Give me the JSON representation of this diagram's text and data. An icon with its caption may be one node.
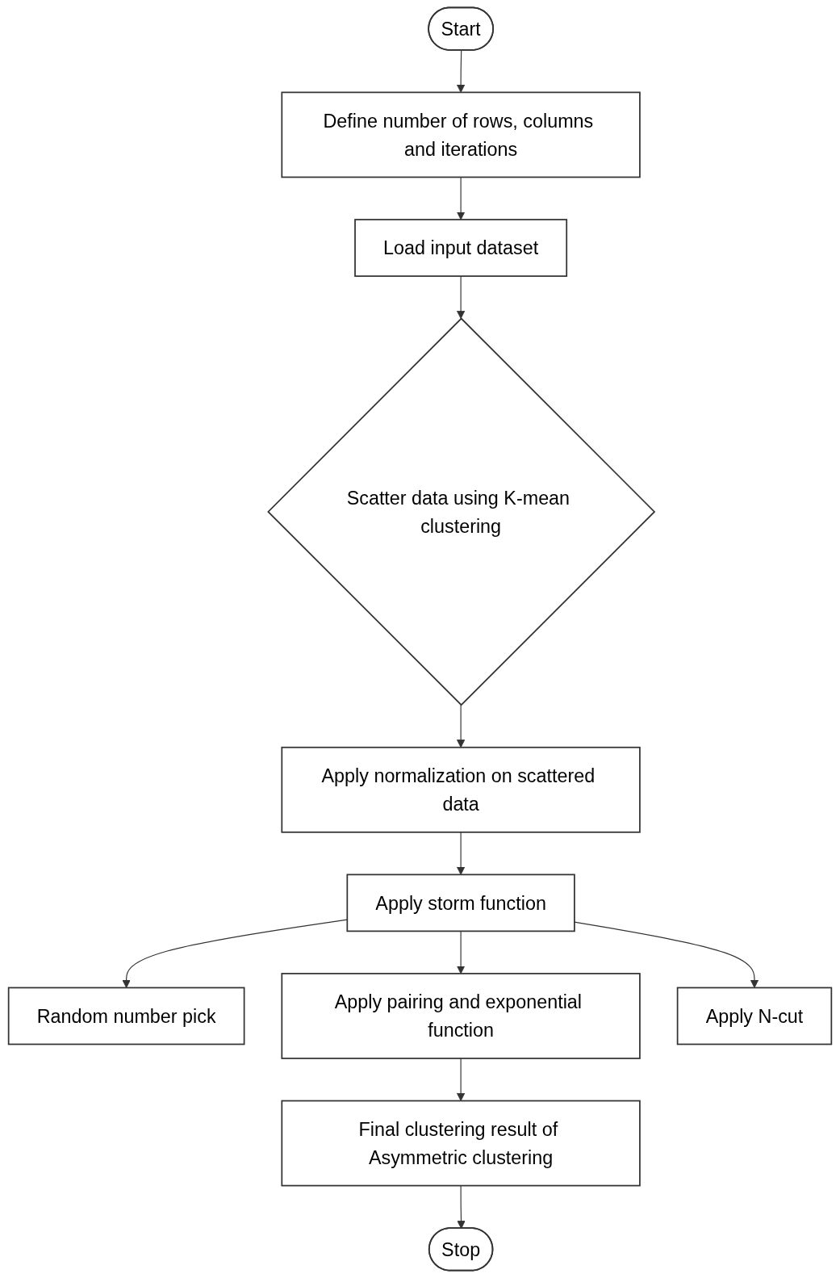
{
  "diagram": {
    "nodes": [
      {
        "text": [
          "Start"
        ]
      },
      {
        "text": [
          "Define number of rows, columns and iterations"
        ]
      },
      {
        "text": [
          "Load input dataset"
        ]
      },
      {
        "text": [
          "Scatter data using K-mean clustering"
        ]
      },
      {
        "text": [
          "Apply normalization on scattered data"
        ]
      },
      {
        "text": [
          "Apply storm function"
        ]
      },
      {
        "text": [
          "Random number pick"
        ]
      },
      {
        "text": [
          "Apply pairing and exponential function"
        ]
      },
      {
        "text": [
          "Apply N-cut"
        ]
      },
      {
        "text": [
          "Final clustering result of Asymmetric clustering"
        ]
      },
      {
        "text": [
          "Stop"
        ]
      }
    ],
    "edges": [
      {
        "from": 0,
        "to": 1,
        "arrow": "to"
      },
      {
        "from": 1,
        "to": 2,
        "arrow": "to"
      },
      {
        "from": 2,
        "to": 3,
        "arrow": "to"
      },
      {
        "from": 3,
        "to": 4,
        "arrow": "to"
      },
      {
        "from": 4,
        "to": 5,
        "arrow": "to"
      },
      {
        "from": 5,
        "to": 6,
        "arrow": "to"
      },
      {
        "from": 5,
        "to": 7,
        "arrow": "to"
      },
      {
        "from": 5,
        "to": 8,
        "arrow": "to"
      },
      {
        "from": 7,
        "to": 9,
        "arrow": "to"
      },
      {
        "from": 9,
        "to": 10,
        "arrow": "to"
      }
    ]
  }
}
